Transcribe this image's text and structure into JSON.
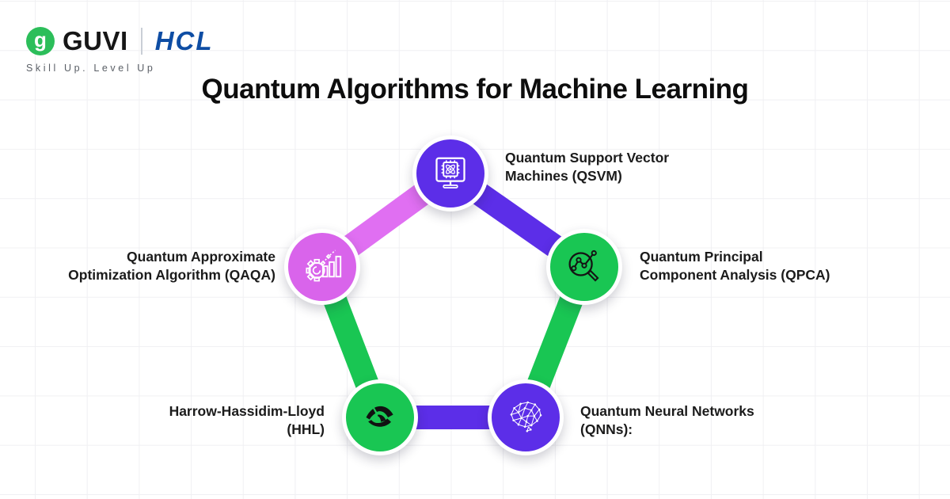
{
  "header": {
    "guvi_label": "GUVI",
    "guvi_glyph": "g",
    "hcl_label": "HCL",
    "tagline": "Skill Up. Level Up"
  },
  "title": "Quantum Algorithms for Machine Learning",
  "colors": {
    "purple": "#5C2EE8",
    "green": "#19C653",
    "pink_edge": "#E06FF2",
    "pink_circle": "#D964EB",
    "guvi_green": "#2CBE5A",
    "hcl_blue": "#0E4DA4",
    "grid_line": "#f0f0f3",
    "title_text": "#0d0d0d",
    "label_text": "#1b1b1b"
  },
  "diagram": {
    "type": "pentagon-cycle",
    "nodes": {
      "qsvm": {
        "line1": "Quantum Support Vector",
        "line2": "Machines (QSVM)",
        "icon": "quantum-chip-monitor-icon",
        "color": "#5C2EE8",
        "position": "top"
      },
      "qpca": {
        "line1": "Quantum Principal",
        "line2": "Component Analysis (QPCA)",
        "icon": "magnifier-trend-icon",
        "color": "#19C653",
        "position": "right"
      },
      "qnn": {
        "line1": "Quantum Neural Networks",
        "line2": "(QNNs):",
        "icon": "brain-network-icon",
        "color": "#5C2EE8",
        "position": "bottom-right"
      },
      "hhl": {
        "line1": "Harrow-Hassidim-Lloyd",
        "line2": "(HHL)",
        "icon": "abstract-eye-icon",
        "color": "#19C653",
        "position": "bottom-left"
      },
      "qaqa": {
        "line1": "Quantum Approximate",
        "line2": "Optimization Algorithm (QAQA)",
        "icon": "gear-growth-chart-icon",
        "color": "#D964EB",
        "position": "left"
      }
    },
    "edges": [
      {
        "from": "qaqa",
        "to": "qsvm",
        "color": "#E06FF2"
      },
      {
        "from": "qsvm",
        "to": "qpca",
        "color": "#5C2EE8"
      },
      {
        "from": "qpca",
        "to": "qnn",
        "color": "#19C653"
      },
      {
        "from": "qnn",
        "to": "hhl",
        "color": "#5C2EE8"
      },
      {
        "from": "hhl",
        "to": "qaqa",
        "color": "#19C653"
      }
    ]
  }
}
